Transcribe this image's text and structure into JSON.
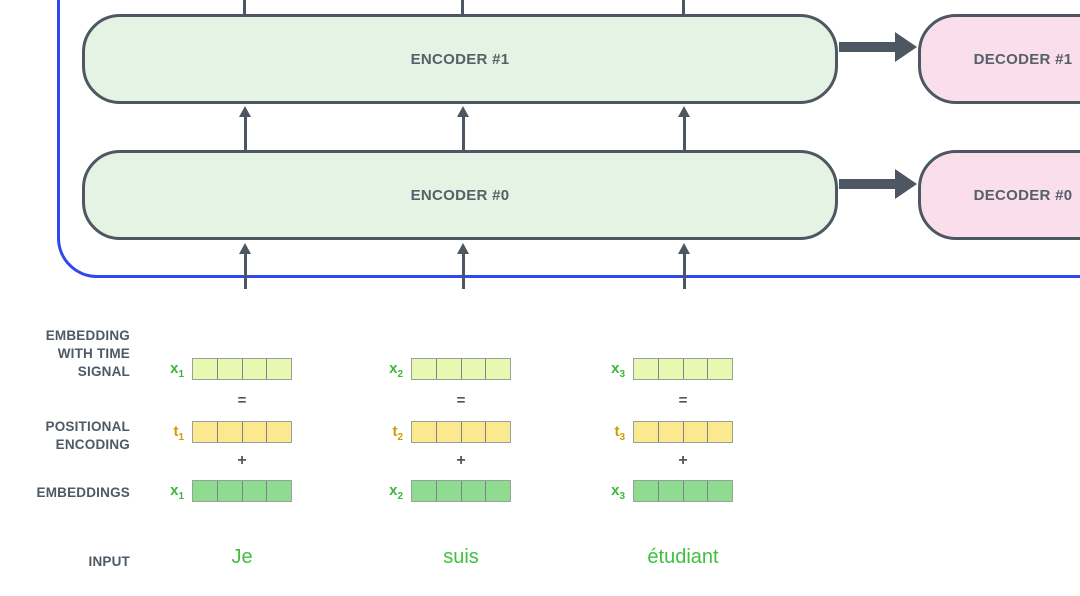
{
  "encoder_stack": {
    "encoders": [
      {
        "label": "ENCODER #1"
      },
      {
        "label": "ENCODER #0"
      }
    ],
    "decoders": [
      {
        "label": "DECODER #1"
      },
      {
        "label": "DECODER #0"
      }
    ]
  },
  "embedding_section": {
    "row_labels": {
      "time_signal_lines": [
        "EMBEDDING",
        "WITH TIME",
        "SIGNAL"
      ],
      "positional_lines": [
        "POSITIONAL",
        "ENCODING"
      ],
      "embeddings": "EMBEDDINGS",
      "input": "INPUT"
    },
    "vector_letters": {
      "time": "x",
      "positional": "t",
      "embedding": "x"
    },
    "operators": {
      "equals": "=",
      "plus": "+"
    },
    "columns": [
      {
        "index": "1",
        "word": "Je"
      },
      {
        "index": "2",
        "word": "suis"
      },
      {
        "index": "3",
        "word": "étudiant"
      }
    ],
    "cells_per_vector": 4
  },
  "colors": {
    "encoder_fill": "#e5f3e4",
    "decoder_fill": "#fbdeec",
    "box_border_slate": "#4d5761",
    "box_text_slate": "#556069",
    "outline_blue": "#2b49f0",
    "time_cell_fill": "#e8f8b0",
    "positional_cell_fill": "#fae98f",
    "embedding_cell_fill": "#8fdb8f",
    "x_label_green": "#3bb83b",
    "t_label_gold": "#d09c00",
    "input_word_green": "#40c040",
    "row_label_slate": "#4d5a66"
  }
}
